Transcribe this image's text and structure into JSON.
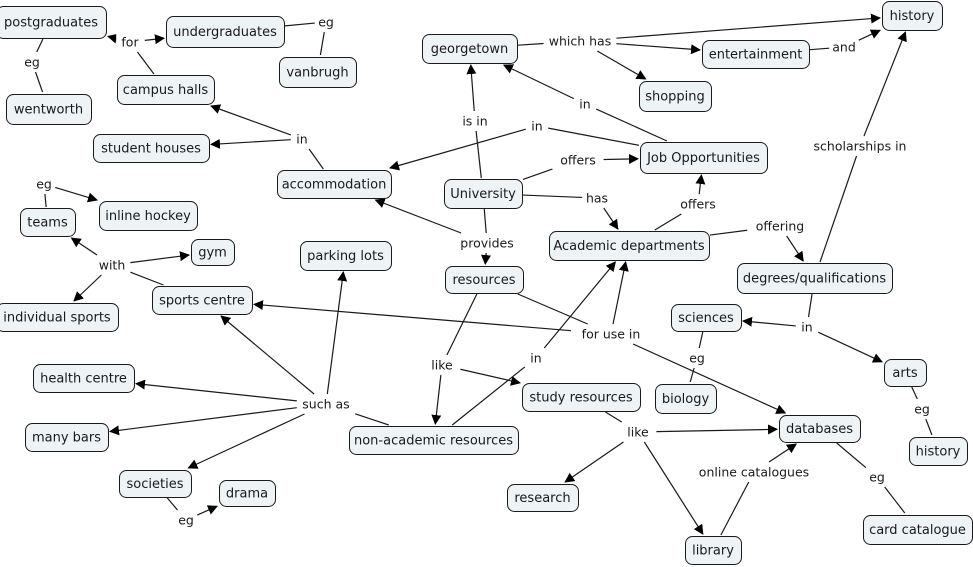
{
  "title": "University concept map",
  "colors": {
    "node_fill": "#eef3f5",
    "node_border": "#1a1a1a",
    "line": "#1a1a1a"
  },
  "nodes": [
    {
      "id": "postgraduates",
      "label": "postgraduates"
    },
    {
      "id": "undergraduates",
      "label": "undergraduates"
    },
    {
      "id": "vanbrugh",
      "label": "vanbrugh"
    },
    {
      "id": "wentworth",
      "label": "wentworth"
    },
    {
      "id": "campus_halls",
      "label": "campus halls"
    },
    {
      "id": "student_houses",
      "label": "student houses"
    },
    {
      "id": "accommodation",
      "label": "accommodation"
    },
    {
      "id": "georgetown",
      "label": "georgetown"
    },
    {
      "id": "entertainment",
      "label": "entertainment"
    },
    {
      "id": "shopping",
      "label": "shopping"
    },
    {
      "id": "history_top",
      "label": "history"
    },
    {
      "id": "job_opportunities",
      "label": "Job Opportunities"
    },
    {
      "id": "university",
      "label": "University"
    },
    {
      "id": "academic_departments",
      "label": "Academic departments"
    },
    {
      "id": "degrees",
      "label": "degrees/qualifications"
    },
    {
      "id": "teams",
      "label": "teams"
    },
    {
      "id": "inline_hockey",
      "label": "inline hockey"
    },
    {
      "id": "gym",
      "label": "gym"
    },
    {
      "id": "parking_lots",
      "label": "parking lots"
    },
    {
      "id": "resources",
      "label": "resources"
    },
    {
      "id": "sports_centre",
      "label": "sports centre"
    },
    {
      "id": "individual_sports",
      "label": "individual sports"
    },
    {
      "id": "sciences",
      "label": "sciences"
    },
    {
      "id": "biology",
      "label": "biology"
    },
    {
      "id": "arts",
      "label": "arts"
    },
    {
      "id": "history_arts",
      "label": "history"
    },
    {
      "id": "health_centre",
      "label": "health centre"
    },
    {
      "id": "many_bars",
      "label": "many bars"
    },
    {
      "id": "study_resources",
      "label": "study resources"
    },
    {
      "id": "non_academic",
      "label": "non-academic resources"
    },
    {
      "id": "databases",
      "label": "databases"
    },
    {
      "id": "societies",
      "label": "societies"
    },
    {
      "id": "drama",
      "label": "drama"
    },
    {
      "id": "research",
      "label": "research"
    },
    {
      "id": "card_catalogue",
      "label": "card catalogue"
    },
    {
      "id": "library",
      "label": "library"
    }
  ],
  "link_labels": [
    {
      "id": "for",
      "label": "for"
    },
    {
      "id": "eg_pg",
      "label": "eg"
    },
    {
      "id": "eg_ug",
      "label": "eg"
    },
    {
      "id": "in_acc",
      "label": "in"
    },
    {
      "id": "which_has",
      "label": "which has"
    },
    {
      "id": "and",
      "label": "and"
    },
    {
      "id": "in_geo",
      "label": "in"
    },
    {
      "id": "is_in",
      "label": "is in"
    },
    {
      "id": "in_job",
      "label": "in"
    },
    {
      "id": "offers_uni",
      "label": "offers"
    },
    {
      "id": "has",
      "label": "has"
    },
    {
      "id": "offers_dept",
      "label": "offers"
    },
    {
      "id": "offering",
      "label": "offering"
    },
    {
      "id": "scholarships_in",
      "label": "scholarships in"
    },
    {
      "id": "provides",
      "label": "provides"
    },
    {
      "id": "eg_teams",
      "label": "eg"
    },
    {
      "id": "with",
      "label": "with"
    },
    {
      "id": "for_use_in",
      "label": "for use in"
    },
    {
      "id": "in_deg",
      "label": "in"
    },
    {
      "id": "eg_sci",
      "label": "eg"
    },
    {
      "id": "like_res",
      "label": "like"
    },
    {
      "id": "in_nonacad",
      "label": "in"
    },
    {
      "id": "such_as",
      "label": "such as"
    },
    {
      "id": "eg_arts",
      "label": "eg"
    },
    {
      "id": "like_study",
      "label": "like"
    },
    {
      "id": "online_catalogues",
      "label": "online catalogues"
    },
    {
      "id": "eg_db",
      "label": "eg"
    },
    {
      "id": "eg_soc",
      "label": "eg"
    }
  ],
  "connections": [
    {
      "from": "campus_halls",
      "via": "for",
      "to": [
        "postgraduates",
        "undergraduates"
      ]
    },
    {
      "from": "postgraduates",
      "via": "eg_pg",
      "to": [
        "wentworth"
      ],
      "undirected": true
    },
    {
      "from": "undergraduates",
      "via": "eg_ug",
      "to": [
        "vanbrugh"
      ],
      "undirected": true
    },
    {
      "from": "accommodation",
      "via": "in_acc",
      "to": [
        "campus_halls",
        "student_houses"
      ]
    },
    {
      "from": "georgetown",
      "via": "which_has",
      "to": [
        "history_top",
        "entertainment",
        "shopping"
      ]
    },
    {
      "from": "entertainment",
      "via": "and",
      "to": [
        "history_top"
      ]
    },
    {
      "from": "job_opportunities",
      "via": "in_geo",
      "to": [
        "georgetown"
      ]
    },
    {
      "from": "university",
      "via": "is_in",
      "to": [
        "georgetown"
      ]
    },
    {
      "from": "job_opportunities",
      "via": "in_job",
      "to": [
        "accommodation"
      ]
    },
    {
      "from": "university",
      "via": "offers_uni",
      "to": [
        "job_opportunities"
      ]
    },
    {
      "from": "university",
      "via": "has",
      "to": [
        "academic_departments"
      ]
    },
    {
      "from": "academic_departments",
      "via": "offers_dept",
      "to": [
        "job_opportunities"
      ]
    },
    {
      "from": "academic_departments",
      "via": "offering",
      "to": [
        "degrees"
      ]
    },
    {
      "from": "degrees",
      "via": "scholarships_in",
      "to": [
        "history_top"
      ]
    },
    {
      "from": "university",
      "via": "provides",
      "to": [
        "resources",
        "accommodation"
      ]
    },
    {
      "from": "teams",
      "via": "eg_teams",
      "to": [
        "inline_hockey"
      ]
    },
    {
      "from": "sports_centre",
      "via": "with",
      "to": [
        "teams",
        "gym",
        "individual_sports"
      ]
    },
    {
      "from": "resources",
      "via": "for_use_in",
      "to": [
        "sports_centre",
        "academic_departments",
        "databases"
      ]
    },
    {
      "from": "degrees",
      "via": "in_deg",
      "to": [
        "sciences",
        "arts"
      ]
    },
    {
      "from": "sciences",
      "via": "eg_sci",
      "to": [
        "biology"
      ],
      "undirected": true
    },
    {
      "from": "resources",
      "via": "like_res",
      "to": [
        "study_resources",
        "non_academic"
      ]
    },
    {
      "from": "non_academic",
      "via": "in_nonacad",
      "to": [
        "academic_departments"
      ]
    },
    {
      "from": "non_academic",
      "via": "such_as",
      "to": [
        "parking_lots",
        "sports_centre",
        "health_centre",
        "many_bars",
        "societies"
      ]
    },
    {
      "from": "arts",
      "via": "eg_arts",
      "to": [
        "history_arts"
      ],
      "undirected": true
    },
    {
      "from": "study_resources",
      "via": "like_study",
      "to": [
        "databases",
        "research",
        "library"
      ]
    },
    {
      "from": "library",
      "via": "online_catalogues",
      "to": [
        "databases"
      ]
    },
    {
      "from": "databases",
      "via": "eg_db",
      "to": [
        "card_catalogue"
      ],
      "undirected": true
    },
    {
      "from": "societies",
      "via": "eg_soc",
      "to": [
        "drama"
      ]
    }
  ]
}
